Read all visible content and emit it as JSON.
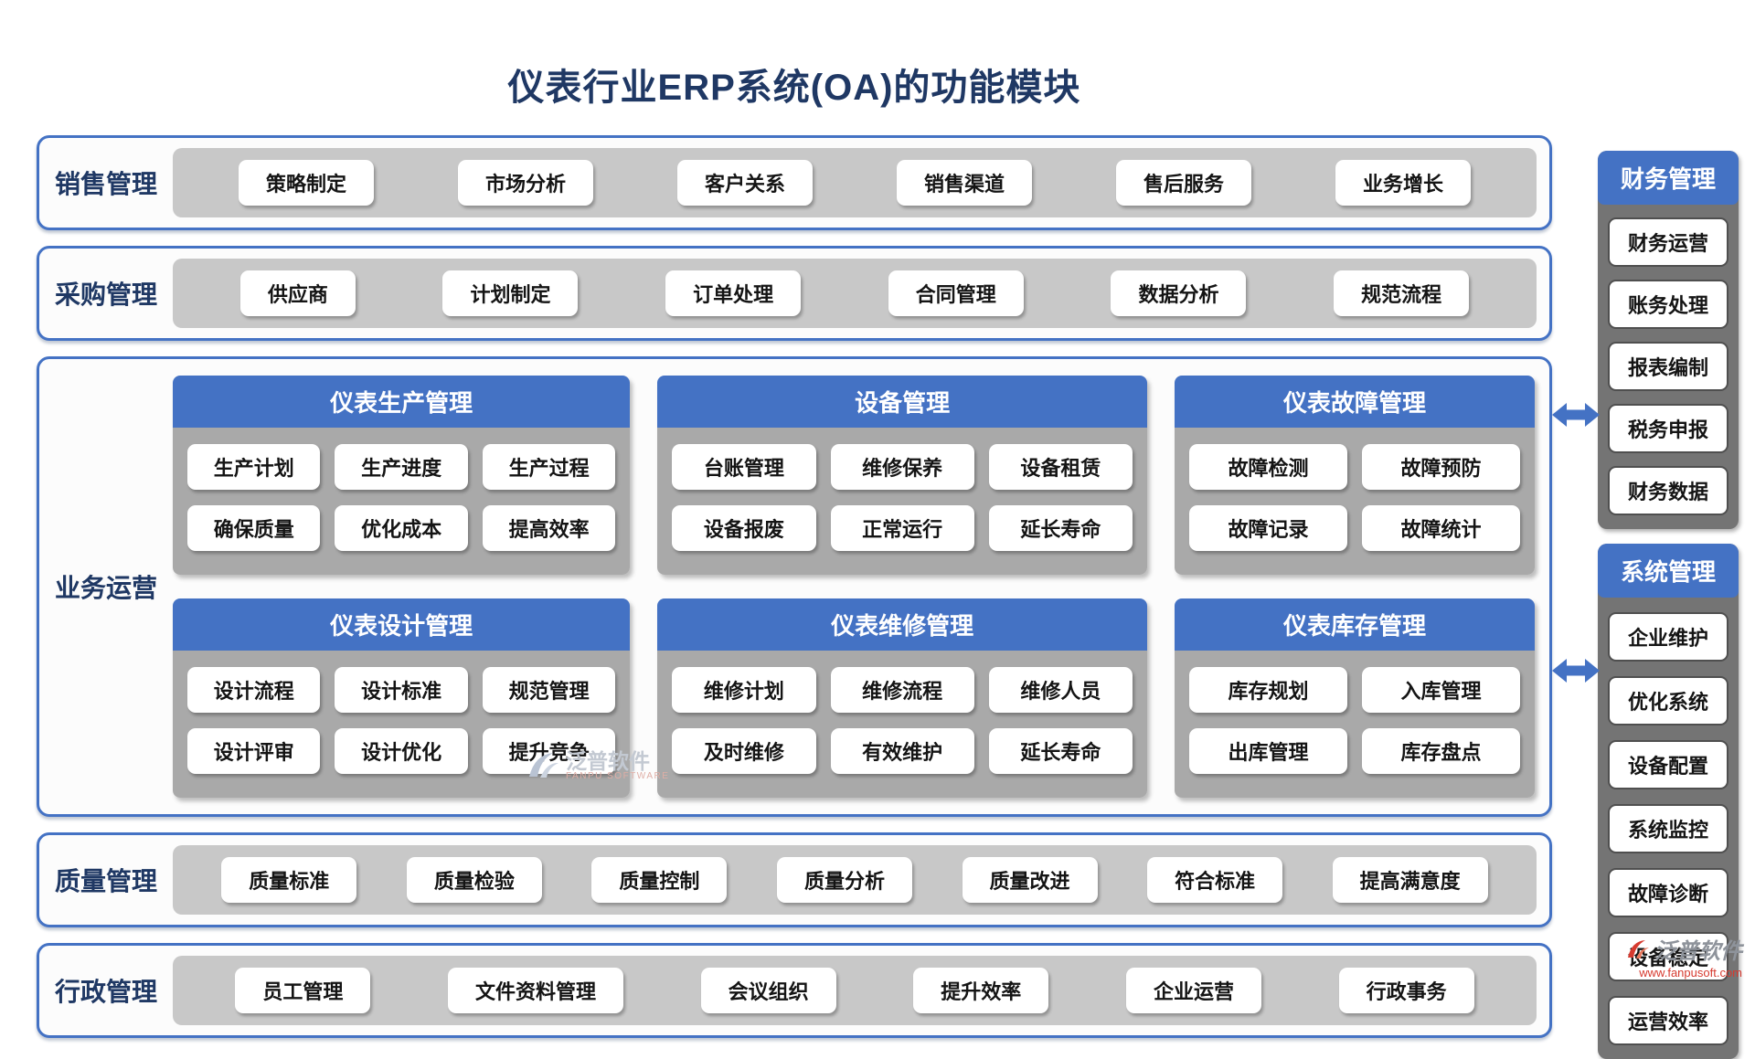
{
  "title": "仪表行业ERP系统(OA)的功能模块",
  "colors": {
    "title_navy": "#1f3864",
    "accent_blue": "#4472c4",
    "band_strip_gray": "#c8c8c8",
    "block_body_gray": "#a9a9a9",
    "sidebar_gray": "#747474",
    "pill_white": "#ffffff",
    "watermark_red": "#d63a2f"
  },
  "bands": {
    "sales": {
      "label": "销售管理",
      "items": [
        "策略制定",
        "市场分析",
        "客户关系",
        "销售渠道",
        "售后服务",
        "业务增长"
      ]
    },
    "procurement": {
      "label": "采购管理",
      "items": [
        "供应商",
        "计划制定",
        "订单处理",
        "合同管理",
        "数据分析",
        "规范流程"
      ]
    },
    "business": {
      "label": "业务运营",
      "blocks": {
        "production": {
          "title": "仪表生产管理",
          "items": [
            "生产计划",
            "生产进度",
            "生产过程",
            "确保质量",
            "优化成本",
            "提高效率"
          ]
        },
        "equipment": {
          "title": "设备管理",
          "items": [
            "台账管理",
            "维修保养",
            "设备租赁",
            "设备报废",
            "正常运行",
            "延长寿命"
          ]
        },
        "fault": {
          "title": "仪表故障管理",
          "items": [
            "故障检测",
            "故障预防",
            "故障记录",
            "故障统计"
          ]
        },
        "design": {
          "title": "仪表设计管理",
          "items": [
            "设计流程",
            "设计标准",
            "规范管理",
            "设计评审",
            "设计优化",
            "提升竞争"
          ]
        },
        "maintenance": {
          "title": "仪表维修管理",
          "items": [
            "维修计划",
            "维修流程",
            "维修人员",
            "及时维修",
            "有效维护",
            "延长寿命"
          ]
        },
        "inventory": {
          "title": "仪表库存管理",
          "items": [
            "库存规划",
            "入库管理",
            "出库管理",
            "库存盘点"
          ]
        }
      }
    },
    "quality": {
      "label": "质量管理",
      "items": [
        "质量标准",
        "质量检验",
        "质量控制",
        "质量分析",
        "质量改进",
        "符合标准",
        "提高满意度"
      ]
    },
    "admin": {
      "label": "行政管理",
      "items": [
        "员工管理",
        "文件资料管理",
        "会议组织",
        "提升效率",
        "企业运营",
        "行政事务"
      ]
    }
  },
  "sidebar": {
    "finance": {
      "title": "财务管理",
      "items": [
        "财务运营",
        "账务处理",
        "报表编制",
        "税务申报",
        "财务数据"
      ]
    },
    "system": {
      "title": "系统管理",
      "items": [
        "企业维护",
        "优化系统",
        "设备配置",
        "系统监控",
        "故障诊断",
        "设备稳定",
        "运营效率"
      ]
    }
  },
  "watermarks": {
    "center": {
      "logo": "泛普软件",
      "sub": "FANPU SOFTWARE"
    },
    "footer": {
      "logo": "泛普软件",
      "url": "www.fanpusoft.com"
    }
  }
}
